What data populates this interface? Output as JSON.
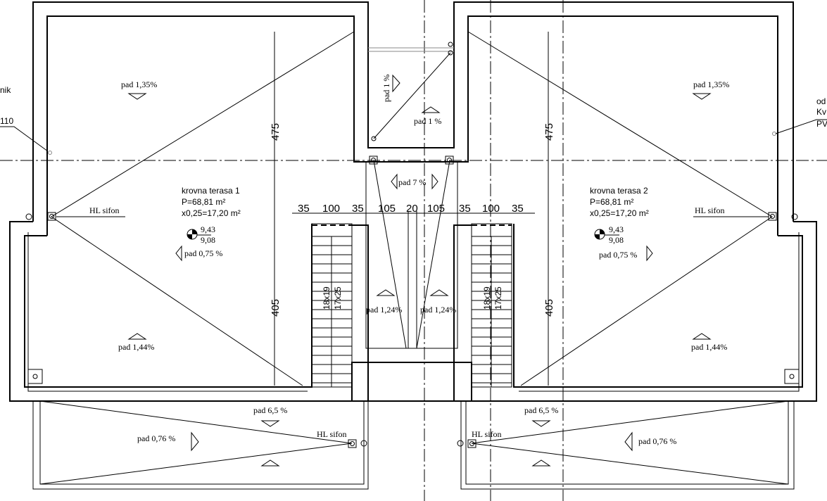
{
  "left_note": {
    "line1": "nik",
    "line2": "110"
  },
  "right_note": {
    "line1": "od",
    "line2": "Kv",
    "line3": "PV"
  },
  "terrace1": {
    "name": "krovna terasa 1",
    "area": "P=68,81 m²",
    "reduced": "x0,25=17,20 m²",
    "level_top": "9,43",
    "level_bottom": "9,08"
  },
  "terrace2": {
    "name": "krovna terasa 2",
    "area": "P=68,81 m²",
    "reduced": "x0,25=17,20 m²",
    "level_top": "9,43",
    "level_bottom": "9,08"
  },
  "slopes": {
    "pad_135": "pad 1,35%",
    "pad_144": "pad 1,44%",
    "pad_075": "pad 0,75 %",
    "pad_1": "pad 1 %",
    "pad_7": "pad 7 %",
    "pad_124": "pad 1,24%",
    "pad_65": "pad 6,5 %",
    "pad_076": "pad 0,76 %"
  },
  "hl_sifon": "HL sifon",
  "dimensions": {
    "d475": "475",
    "d405": "405",
    "top": [
      "35",
      "100",
      "35",
      "105",
      "20",
      "105",
      "35",
      "100",
      "35"
    ]
  },
  "stairs": {
    "a": "18x19",
    "b": "17x25"
  }
}
